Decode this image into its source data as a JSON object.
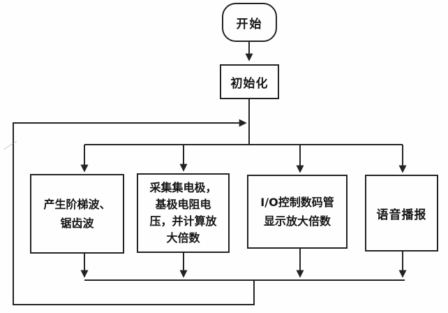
{
  "diagram": {
    "type": "flowchart",
    "background_color": "#fefefe",
    "line_color": "#232323",
    "text_color": "#151515",
    "nodes": {
      "start": {
        "shape": "terminator",
        "label": "开始"
      },
      "init": {
        "shape": "process",
        "label": "初始化"
      },
      "p1": {
        "shape": "process",
        "lines": [
          "产生阶梯波、",
          "锯齿波"
        ]
      },
      "p2": {
        "shape": "process",
        "lines": [
          "采集集电极，",
          "基极电阻电",
          "压，并计算放",
          "大倍数"
        ]
      },
      "p3": {
        "shape": "process",
        "lines": [
          "I/O控制数码管",
          "显示放大倍数"
        ]
      },
      "p4": {
        "shape": "process",
        "lines": [
          "语音播报"
        ]
      }
    },
    "edges": [
      "start -> init",
      "init -> branch(p1, p2, p3, p4)",
      "p1, p2, p3, p4 -> collector",
      "collector -> loop back to init input"
    ]
  }
}
